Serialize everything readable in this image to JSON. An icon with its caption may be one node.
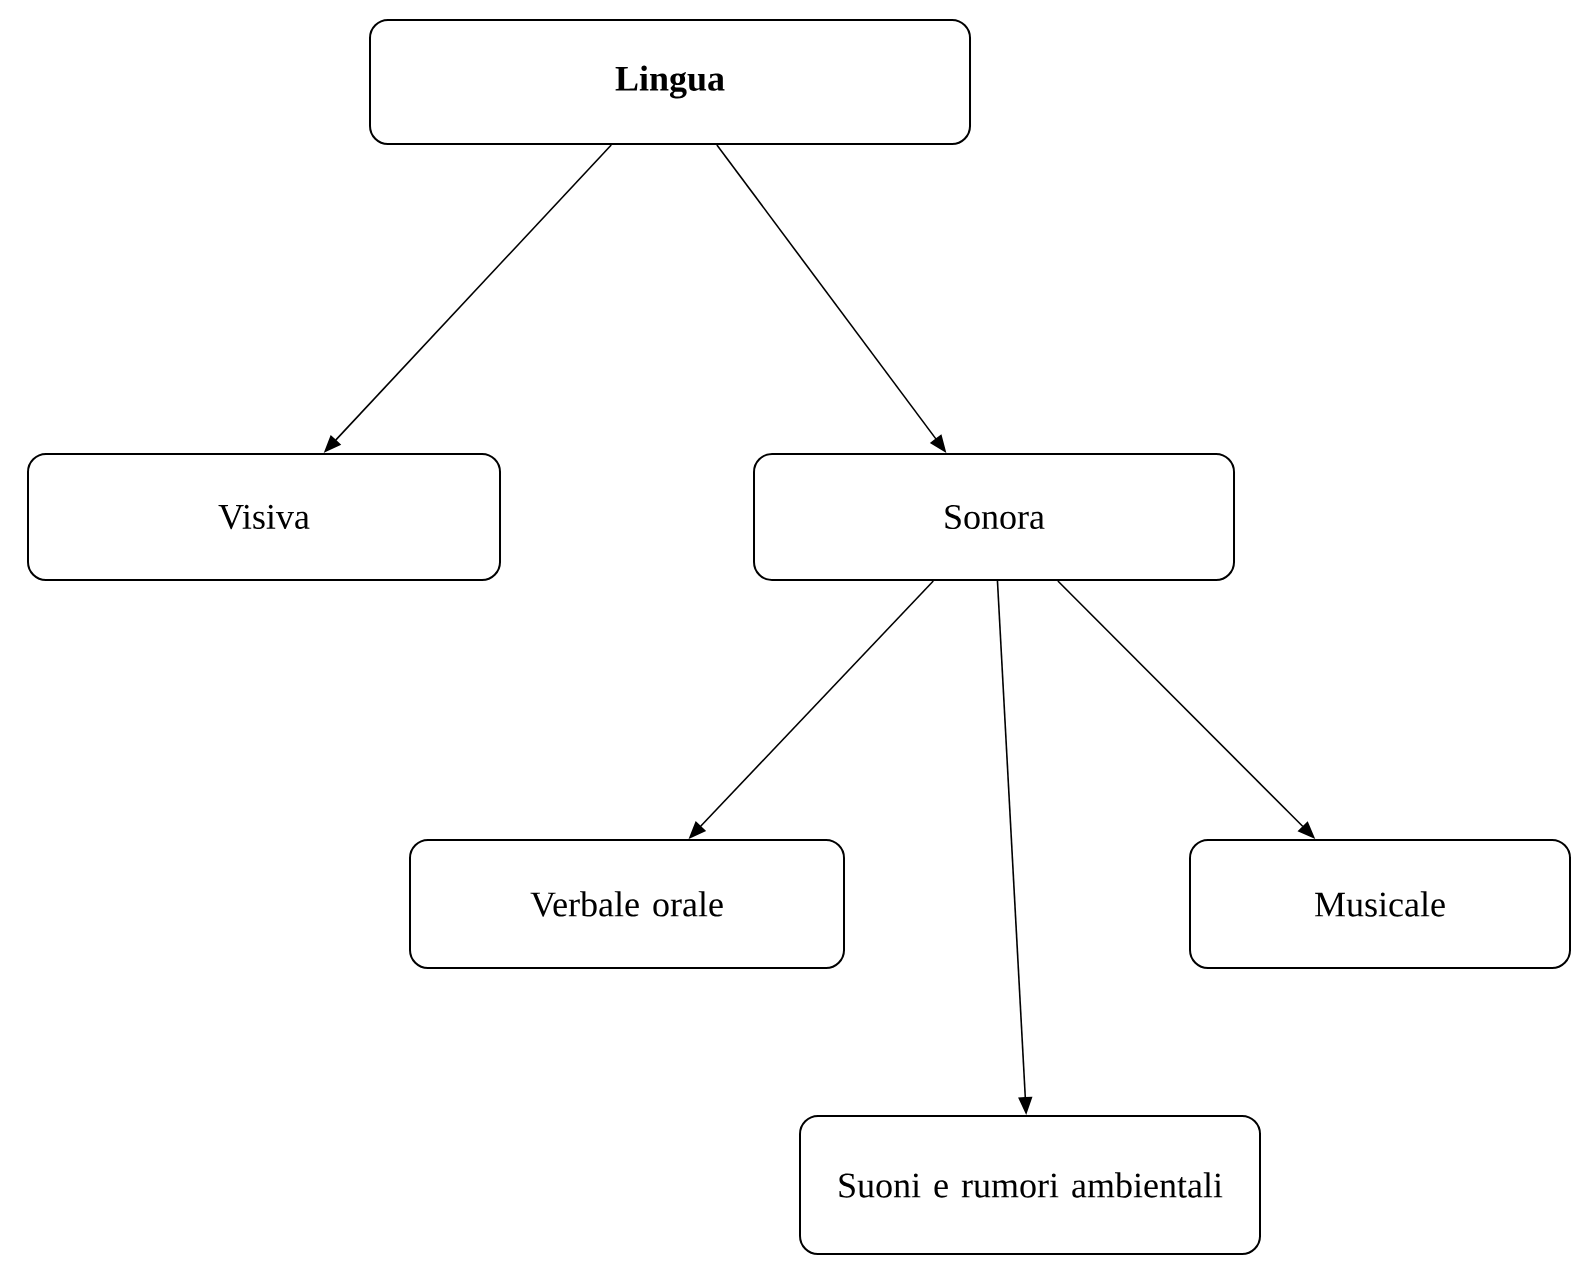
{
  "diagram": {
    "nodes": [
      {
        "text": [
          "Lingua"
        ]
      },
      {
        "text": [
          "Visiva"
        ]
      },
      {
        "text": [
          "Sonora"
        ]
      },
      {
        "text": [
          "Verbale orale"
        ]
      },
      {
        "text": [
          "Musicale"
        ]
      },
      {
        "text": [
          "Suoni e rumori ambientali"
        ]
      }
    ],
    "edges": [
      {
        "from": 0,
        "to": 1,
        "arrow": "to"
      },
      {
        "from": 0,
        "to": 2,
        "arrow": "to"
      },
      {
        "from": 2,
        "to": 3,
        "arrow": "to"
      },
      {
        "from": 2,
        "to": 5,
        "arrow": "to"
      },
      {
        "from": 2,
        "to": 4,
        "arrow": "to"
      }
    ]
  }
}
